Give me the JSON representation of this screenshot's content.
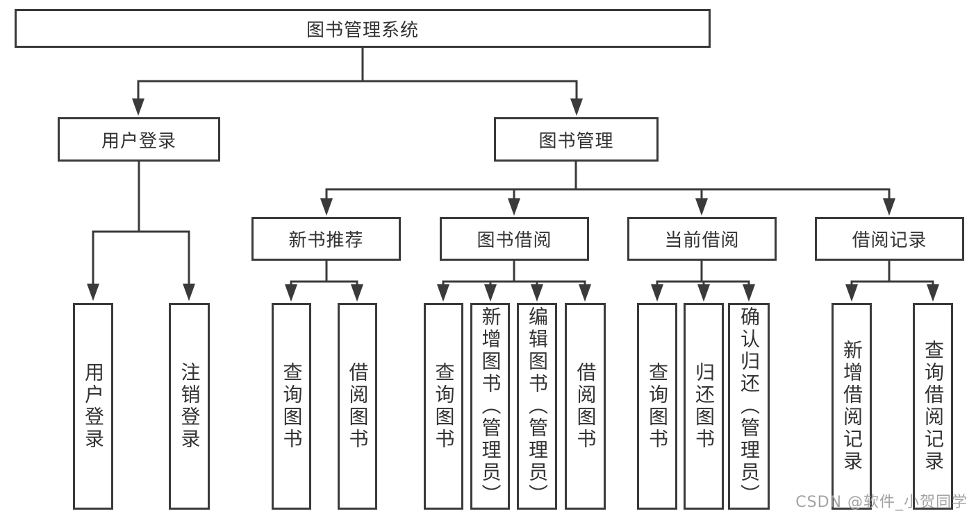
{
  "diagram": {
    "type": "hierarchy-tree",
    "title": "图书管理系统",
    "line_color": "#3a3a3a",
    "text_color": "#333333",
    "background": "#ffffff"
  },
  "nodes": {
    "root": "图书管理系统",
    "user_login": "用户登录",
    "book_mgmt": "图书管理",
    "new_rec": "新书推荐",
    "book_borrow": "图书借阅",
    "current_borrow": "当前借阅",
    "borrow_records": "借阅记录",
    "leaf_user_login": "用户登录",
    "leaf_logout": "注销登录",
    "leaf_query_books_1": "查询图书",
    "leaf_borrow_books_1": "借阅图书",
    "leaf_query_books_2": "查询图书",
    "leaf_add_book": "新增图书（管理员）",
    "leaf_edit_book": "编辑图书（管理员）",
    "leaf_borrow_books_2": "借阅图书",
    "leaf_query_books_3": "查询图书",
    "leaf_return_book": "归还图书",
    "leaf_confirm_return": "确认归还（管理员）",
    "leaf_add_record": "新增借阅记录",
    "leaf_query_record": "查询借阅记录"
  },
  "hierarchy": {
    "图书管理系统": [
      "用户登录",
      "图书管理"
    ],
    "用户登录": [
      "用户登录",
      "注销登录"
    ],
    "图书管理": [
      "新书推荐",
      "图书借阅",
      "当前借阅",
      "借阅记录"
    ],
    "新书推荐": [
      "查询图书",
      "借阅图书"
    ],
    "图书借阅": [
      "查询图书",
      "新增图书（管理员）",
      "编辑图书（管理员）",
      "借阅图书"
    ],
    "当前借阅": [
      "查询图书",
      "归还图书",
      "确认归还（管理员）"
    ],
    "借阅记录": [
      "新增借阅记录",
      "查询借阅记录"
    ]
  },
  "watermark": {
    "text": "CSDN @软件_小贺同学",
    "color": "#9e9e9e"
  }
}
